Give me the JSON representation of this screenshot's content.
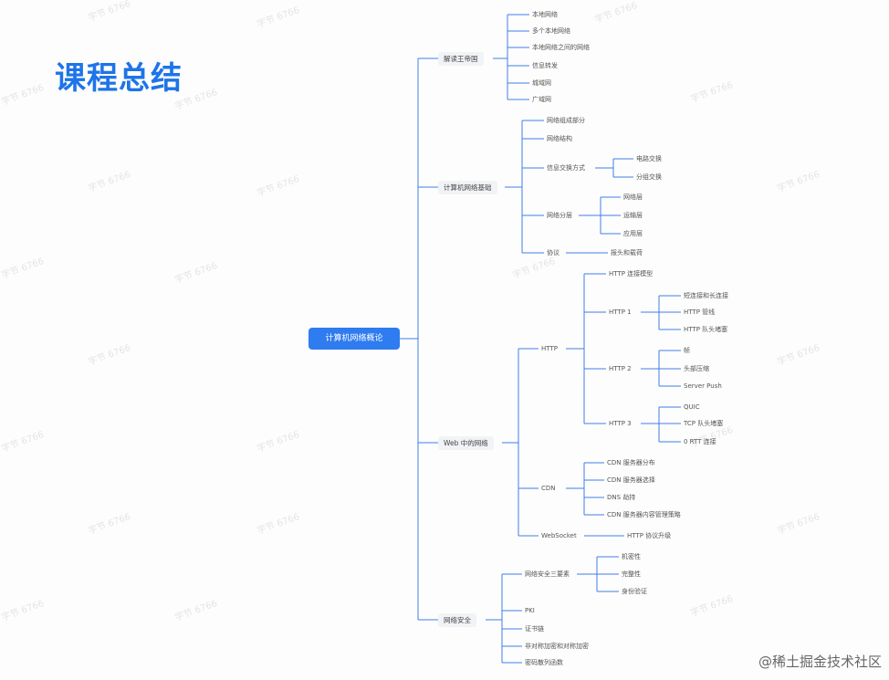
{
  "title": "课程总结",
  "root": "计算机网络概论",
  "b1": {
    "label": "解读王帝国",
    "children": [
      "本地网络",
      "多个本地网络",
      "本地网络之间的网络",
      "信息转发",
      "城域网",
      "广域网"
    ]
  },
  "b2": {
    "label": "计算机网络基础",
    "c1": "网络组成部分",
    "c2": "网络结构",
    "c3": "信息交换方式",
    "c3a": "电路交换",
    "c3b": "分组交换",
    "c4": "网络分层",
    "c4a": "网络层",
    "c4b": "运输层",
    "c4c": "应用层",
    "c5": "协议",
    "c5a": "报头和载荷"
  },
  "b3": {
    "label": "Web 中的网络",
    "http": "HTTP",
    "http_a": "HTTP 连接模型",
    "http1": "HTTP 1",
    "http1_a": "短连接和长连接",
    "http1_b": "HTTP 管线",
    "http1_c": "HTTP 队头堵塞",
    "http2": "HTTP 2",
    "http2_a": "帧",
    "http2_b": "头部压缩",
    "http2_c": "Server Push",
    "http3": "HTTP 3",
    "http3_a": "QUIC",
    "http3_b": "TCP 队头堵塞",
    "http3_c": "0 RTT 连接",
    "cdn": "CDN",
    "cdn_a": "CDN 服务器分布",
    "cdn_b": "CDN 服务器选择",
    "cdn_c": "DNS 劫持",
    "cdn_d": "CDN 服务器内容管理策略",
    "ws": "WebSocket",
    "ws_a": "HTTP 协议升级"
  },
  "b4": {
    "label": "网络安全",
    "c1": "网络安全三要素",
    "c1a": "机密性",
    "c1b": "完整性",
    "c1c": "身份验证",
    "c2": "PKI",
    "c3": "证书链",
    "c4": "非对称加密和对称加密",
    "c5": "密码散列函数"
  },
  "credit": "@稀土掘金技术社区",
  "watermark": "字节 6766"
}
